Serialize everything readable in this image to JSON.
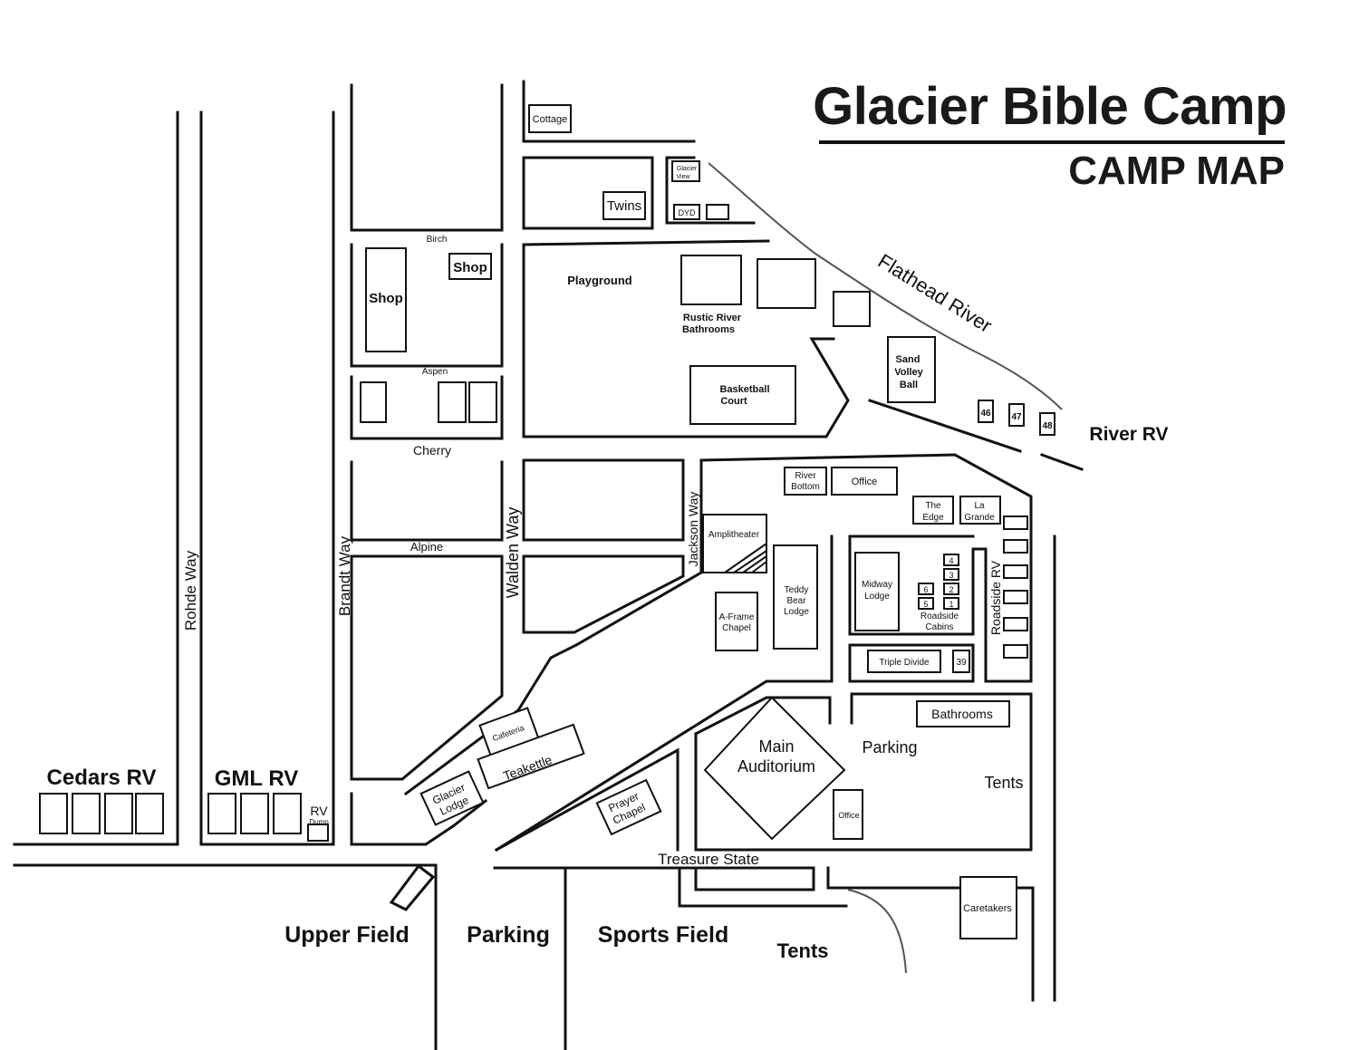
{
  "title": "Glacier Bible Camp",
  "subtitle": "CAMP MAP",
  "streets": {
    "birch": "Birch",
    "aspen": "Aspen",
    "cherry": "Cherry",
    "alpine": "Alpine",
    "rohde": "Rohde Way",
    "brandt": "Brandt Way",
    "walden": "Walden Way",
    "jackson": "Jackson Way",
    "roadside_rv": "Roadside RV",
    "treasure_state": "Treasure State",
    "river": "Flathead River"
  },
  "buildings": {
    "cottage": "Cottage",
    "twins": "Twins",
    "glacier_view": [
      "Glacier",
      "View"
    ],
    "dyd": "DYD",
    "shop_tall": "Shop",
    "shop_small": "Shop",
    "playground": "Playground",
    "rustic": [
      "Rustic River",
      "Bathrooms"
    ],
    "basketball": [
      "Basketball",
      "Court"
    ],
    "sand_volley": [
      "Sand",
      "Volley",
      "Ball"
    ],
    "river_bottom": [
      "River",
      "Bottom"
    ],
    "office_top": "Office",
    "the_edge": [
      "The",
      "Edge"
    ],
    "la_grande": [
      "La",
      "Grande"
    ],
    "amphitheater": "Amplitheater",
    "teddy_bear": [
      "Teddy",
      "Bear",
      "Lodge"
    ],
    "a_frame": [
      "A-Frame",
      "Chapel"
    ],
    "midway": [
      "Midway",
      "Lodge"
    ],
    "roadside_cabins": [
      "Roadside",
      "Cabins"
    ],
    "cabin_numbers": [
      "4",
      "3",
      "2",
      "1",
      "6",
      "5"
    ],
    "triple_divide": "Triple Divide",
    "site_39": "39",
    "bathrooms": "Bathrooms",
    "main_auditorium": [
      "Main",
      "Auditorium"
    ],
    "office_bottom": "Office",
    "cafeteria": "Cafeteria",
    "teakettle": "Teakettle",
    "glacier_lodge": [
      "Glacier",
      "Lodge"
    ],
    "prayer_chapel": [
      "Prayer",
      "Chapel"
    ],
    "caretakers": "Caretakers",
    "rv_dump": [
      "RV",
      "Dump"
    ]
  },
  "areas": {
    "river_rv": "River RV",
    "sites": [
      "46",
      "47",
      "48"
    ],
    "cedars_rv": "Cedars RV",
    "gml_rv": "GML RV",
    "parking_main": "Parking",
    "tents_right": "Tents",
    "upper_field": "Upper Field",
    "parking_bottom": "Parking",
    "sports_field": "Sports Field",
    "tents_bottom": "Tents"
  }
}
